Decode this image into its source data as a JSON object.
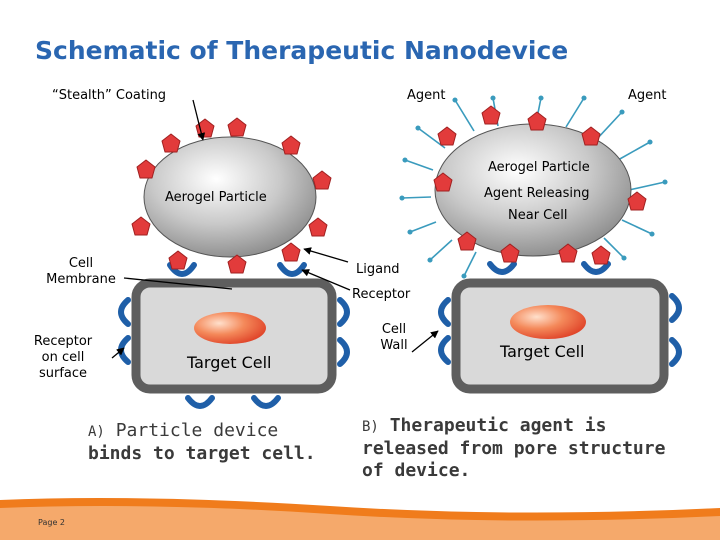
{
  "title": "Schematic of Therapeutic Nanodevice",
  "labels": {
    "stealth_coating": "“Stealth” Coating",
    "agent_left": "Agent",
    "agent_right": "Agent",
    "aerogel_particle_a": "Aerogel Particle",
    "aerogel_particle_b": "Aerogel Particle",
    "agent_releasing": "Agent Releasing",
    "near_cell": "Near Cell",
    "cell_membrane_1": "Cell",
    "cell_membrane_2": "Membrane",
    "receptor_on_cell_1": "Receptor",
    "receptor_on_cell_2": "on cell",
    "receptor_on_cell_3": "surface",
    "ligand": "Ligand",
    "receptor": "Receptor",
    "cell_wall_1": "Cell",
    "cell_wall_2": "Wall",
    "target_cell_a": "Target Cell",
    "target_cell_b": "Target Cell"
  },
  "captions": {
    "a_tag": "A)",
    "a_line1": "Particle device",
    "a_line2": "binds to target cell.",
    "b_tag": "B)",
    "b_line1": "Therapeutic agent is",
    "b_line2": "released from pore structure",
    "b_line3": "of device."
  },
  "footer": {
    "page": "Page 2"
  },
  "colors": {
    "title": "#2a66b1",
    "ligand": "#e23b3b",
    "receptor": "#1f5fa8",
    "cell_wall": "#5e5e5e",
    "agent_rays": "#3a9bbd",
    "footer_accent": "#f07c1c"
  }
}
